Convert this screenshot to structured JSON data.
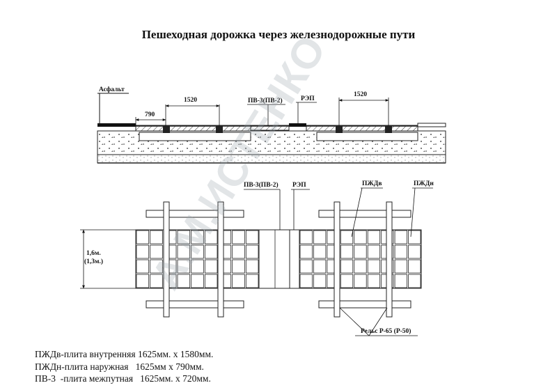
{
  "title": "Пешеходная дорожка через железнодорожные пути",
  "section": {
    "asphalt_label": "Асфальт",
    "dim_790": "790",
    "dim_1520_left": "1520",
    "dim_1520_right": "1520",
    "pv_label": "ПВ-3(ПВ-2)",
    "rep_label": "РЭП"
  },
  "plan": {
    "pv_label": "ПВ-3(ПВ-2)",
    "rep_label": "РЭП",
    "pzhdv_label": "ПЖДв",
    "pzhdn_label": "ПЖДн",
    "width_label_1": "1,6м.",
    "width_label_2": "(1,3м.)",
    "rail_label": "Рельс Р-65  (Р-50)"
  },
  "watermark": "А.М.ИСТЕНКО",
  "legend": [
    "ПЖДв-плита внутренняя 1625мм. х 1580мм.",
    "ПЖДн-плита наружная   1625мм х 790мм.",
    "ПВ-3  -плита межпутная   1625мм. х 720мм."
  ]
}
